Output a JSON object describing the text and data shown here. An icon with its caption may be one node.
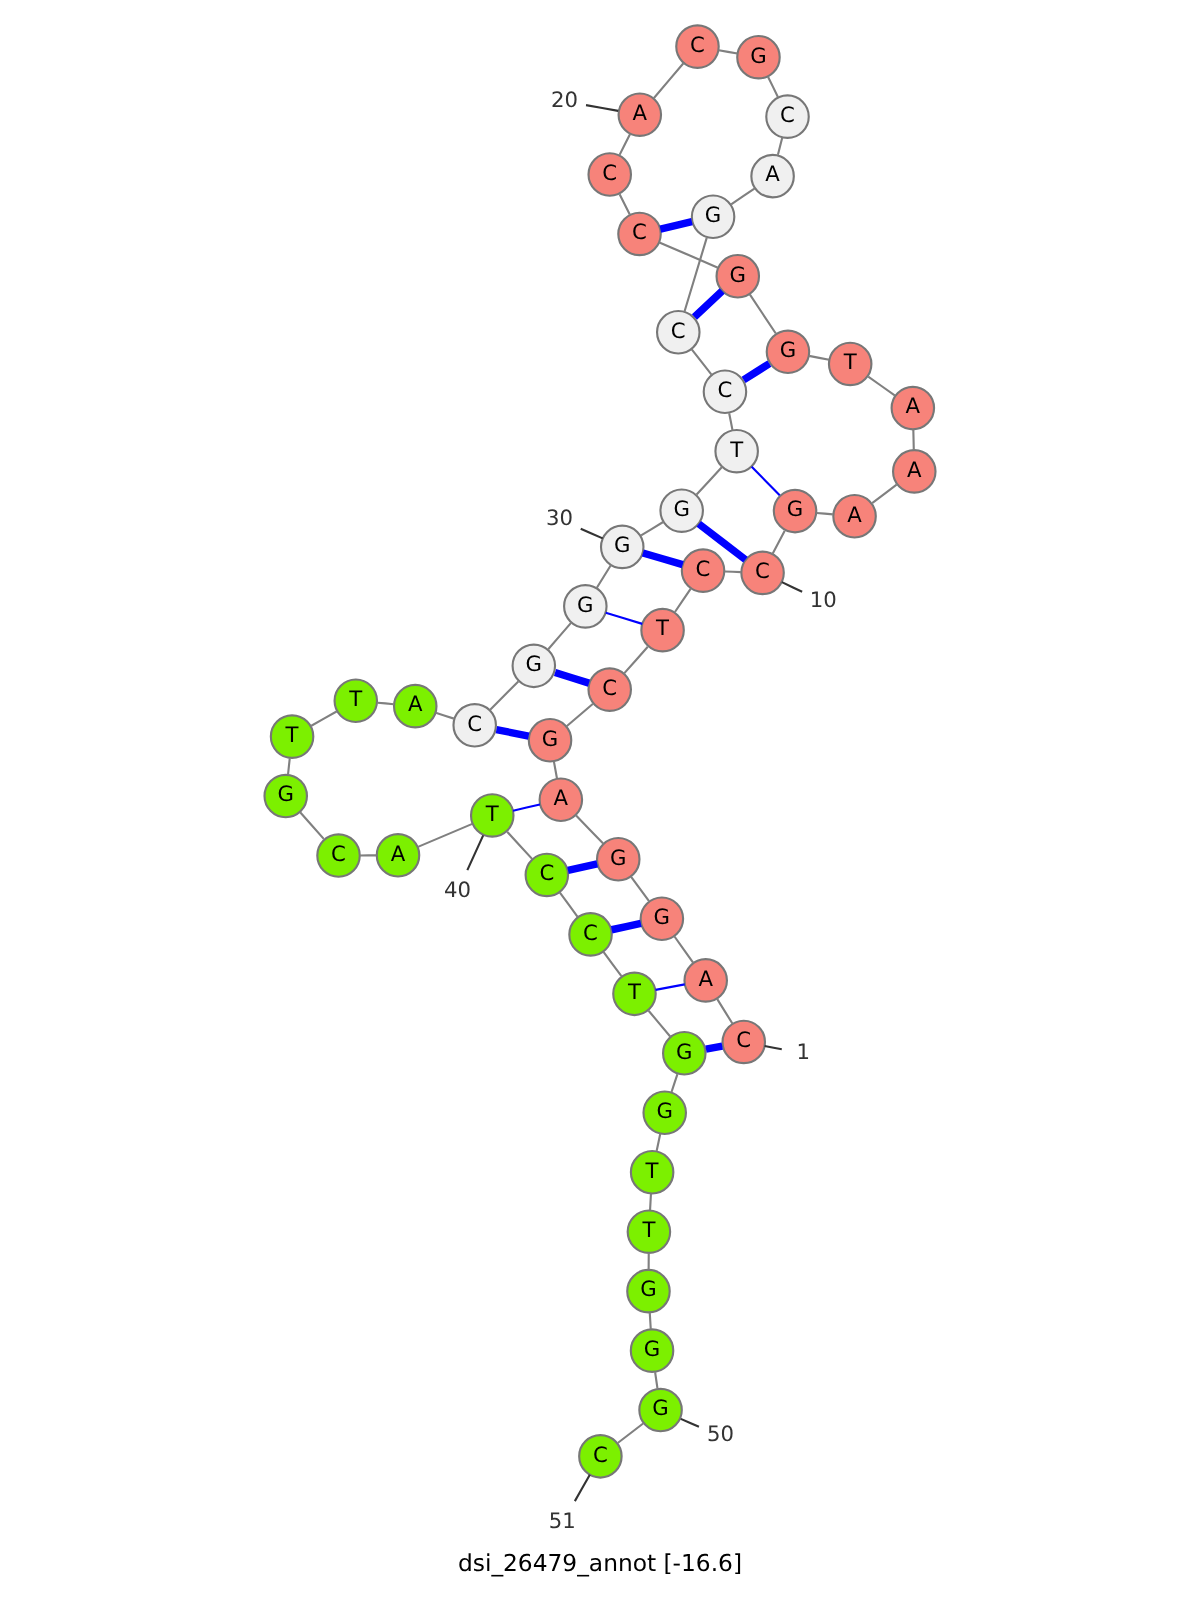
{
  "diagram": {
    "caption": "dsi_26479_annot [-16.6]",
    "nodes": [
      {
        "text": [
          "C"
        ]
      },
      {
        "text": [
          "A"
        ]
      },
      {
        "text": [
          "G"
        ]
      },
      {
        "text": [
          "G"
        ]
      },
      {
        "text": [
          "A"
        ]
      },
      {
        "text": [
          "G"
        ]
      },
      {
        "text": [
          "C"
        ]
      },
      {
        "text": [
          "T"
        ]
      },
      {
        "text": [
          "C"
        ]
      },
      {
        "text": [
          "C"
        ]
      },
      {
        "text": [
          "G"
        ]
      },
      {
        "text": [
          "A"
        ]
      },
      {
        "text": [
          "A"
        ]
      },
      {
        "text": [
          "A"
        ]
      },
      {
        "text": [
          "T"
        ]
      },
      {
        "text": [
          "G"
        ]
      },
      {
        "text": [
          "G"
        ]
      },
      {
        "text": [
          "C"
        ]
      },
      {
        "text": [
          "C"
        ]
      },
      {
        "text": [
          "A"
        ]
      },
      {
        "text": [
          "C"
        ]
      },
      {
        "text": [
          "G"
        ]
      },
      {
        "text": [
          "C"
        ]
      },
      {
        "text": [
          "A"
        ]
      },
      {
        "text": [
          "G"
        ]
      },
      {
        "text": [
          "C"
        ]
      },
      {
        "text": [
          "C"
        ]
      },
      {
        "text": [
          "T"
        ]
      },
      {
        "text": [
          "G"
        ]
      },
      {
        "text": [
          "G"
        ]
      },
      {
        "text": [
          "G"
        ]
      },
      {
        "text": [
          "G"
        ]
      },
      {
        "text": [
          "C"
        ]
      },
      {
        "text": [
          "A"
        ]
      },
      {
        "text": [
          "T"
        ]
      },
      {
        "text": [
          "T"
        ]
      },
      {
        "text": [
          "G"
        ]
      },
      {
        "text": [
          "C"
        ]
      },
      {
        "text": [
          "A"
        ]
      },
      {
        "text": [
          "T"
        ]
      },
      {
        "text": [
          "C"
        ]
      },
      {
        "text": [
          "C"
        ]
      },
      {
        "text": [
          "T"
        ]
      },
      {
        "text": [
          "G"
        ]
      },
      {
        "text": [
          "G"
        ]
      },
      {
        "text": [
          "T"
        ]
      },
      {
        "text": [
          "T"
        ]
      },
      {
        "text": [
          "G"
        ]
      },
      {
        "text": [
          "G"
        ]
      },
      {
        "text": [
          "G"
        ]
      },
      {
        "text": [
          "C"
        ]
      },
      {
        "text": [
          "1"
        ]
      },
      {
        "text": [
          "10"
        ]
      },
      {
        "text": [
          "20"
        ]
      },
      {
        "text": [
          "30"
        ]
      },
      {
        "text": [
          "40"
        ]
      },
      {
        "text": [
          "50"
        ]
      },
      {
        "text": [
          "51"
        ]
      }
    ],
    "edges": [
      {
        "from": 0,
        "to": 1,
        "arrow": "none"
      },
      {
        "from": 1,
        "to": 2,
        "arrow": "none"
      },
      {
        "from": 2,
        "to": 3,
        "arrow": "none"
      },
      {
        "from": 3,
        "to": 4,
        "arrow": "none"
      },
      {
        "from": 4,
        "to": 5,
        "arrow": "none"
      },
      {
        "from": 5,
        "to": 6,
        "arrow": "none"
      },
      {
        "from": 6,
        "to": 7,
        "arrow": "none"
      },
      {
        "from": 7,
        "to": 8,
        "arrow": "none"
      },
      {
        "from": 8,
        "to": 9,
        "arrow": "none"
      },
      {
        "from": 9,
        "to": 10,
        "arrow": "none"
      },
      {
        "from": 10,
        "to": 11,
        "arrow": "none"
      },
      {
        "from": 11,
        "to": 12,
        "arrow": "none"
      },
      {
        "from": 12,
        "to": 13,
        "arrow": "none"
      },
      {
        "from": 13,
        "to": 14,
        "arrow": "none"
      },
      {
        "from": 14,
        "to": 15,
        "arrow": "none"
      },
      {
        "from": 15,
        "to": 16,
        "arrow": "none"
      },
      {
        "from": 16,
        "to": 17,
        "arrow": "none"
      },
      {
        "from": 17,
        "to": 18,
        "arrow": "none"
      },
      {
        "from": 18,
        "to": 19,
        "arrow": "none"
      },
      {
        "from": 19,
        "to": 20,
        "arrow": "none"
      },
      {
        "from": 20,
        "to": 21,
        "arrow": "none"
      },
      {
        "from": 21,
        "to": 22,
        "arrow": "none"
      },
      {
        "from": 22,
        "to": 23,
        "arrow": "none"
      },
      {
        "from": 23,
        "to": 24,
        "arrow": "none"
      },
      {
        "from": 24,
        "to": 25,
        "arrow": "none"
      },
      {
        "from": 25,
        "to": 26,
        "arrow": "none"
      },
      {
        "from": 26,
        "to": 27,
        "arrow": "none"
      },
      {
        "from": 27,
        "to": 28,
        "arrow": "none"
      },
      {
        "from": 28,
        "to": 29,
        "arrow": "none"
      },
      {
        "from": 29,
        "to": 30,
        "arrow": "none"
      },
      {
        "from": 30,
        "to": 31,
        "arrow": "none"
      },
      {
        "from": 31,
        "to": 32,
        "arrow": "none"
      },
      {
        "from": 32,
        "to": 33,
        "arrow": "none"
      },
      {
        "from": 33,
        "to": 34,
        "arrow": "none"
      },
      {
        "from": 34,
        "to": 35,
        "arrow": "none"
      },
      {
        "from": 35,
        "to": 36,
        "arrow": "none"
      },
      {
        "from": 36,
        "to": 37,
        "arrow": "none"
      },
      {
        "from": 37,
        "to": 38,
        "arrow": "none"
      },
      {
        "from": 38,
        "to": 39,
        "arrow": "none"
      },
      {
        "from": 39,
        "to": 40,
        "arrow": "none"
      },
      {
        "from": 40,
        "to": 41,
        "arrow": "none"
      },
      {
        "from": 41,
        "to": 42,
        "arrow": "none"
      },
      {
        "from": 42,
        "to": 43,
        "arrow": "none"
      },
      {
        "from": 43,
        "to": 44,
        "arrow": "none"
      },
      {
        "from": 44,
        "to": 45,
        "arrow": "none"
      },
      {
        "from": 45,
        "to": 46,
        "arrow": "none"
      },
      {
        "from": 46,
        "to": 47,
        "arrow": "none"
      },
      {
        "from": 47,
        "to": 48,
        "arrow": "none"
      },
      {
        "from": 48,
        "to": 49,
        "arrow": "none"
      },
      {
        "from": 49,
        "to": 50,
        "arrow": "none"
      },
      {
        "from": 0,
        "to": 43,
        "arrow": "none",
        "style": "thick",
        "color": "#0000ff"
      },
      {
        "from": 1,
        "to": 42,
        "arrow": "none",
        "color": "#0000ff"
      },
      {
        "from": 2,
        "to": 41,
        "arrow": "none",
        "style": "thick",
        "color": "#0000ff"
      },
      {
        "from": 3,
        "to": 40,
        "arrow": "none",
        "style": "thick",
        "color": "#0000ff"
      },
      {
        "from": 4,
        "to": 39,
        "arrow": "none",
        "color": "#0000ff"
      },
      {
        "from": 5,
        "to": 32,
        "arrow": "none",
        "style": "thick",
        "color": "#0000ff"
      },
      {
        "from": 6,
        "to": 31,
        "arrow": "none",
        "style": "thick",
        "color": "#0000ff"
      },
      {
        "from": 7,
        "to": 30,
        "arrow": "none",
        "color": "#0000ff"
      },
      {
        "from": 8,
        "to": 29,
        "arrow": "none",
        "style": "thick",
        "color": "#0000ff"
      },
      {
        "from": 9,
        "to": 28,
        "arrow": "none",
        "style": "thick",
        "color": "#0000ff"
      },
      {
        "from": 10,
        "to": 27,
        "arrow": "none",
        "color": "#0000ff"
      },
      {
        "from": 15,
        "to": 26,
        "arrow": "none",
        "style": "thick",
        "color": "#0000ff"
      },
      {
        "from": 16,
        "to": 25,
        "arrow": "none",
        "style": "thick",
        "color": "#0000ff"
      },
      {
        "from": 17,
        "to": 24,
        "arrow": "none",
        "style": "thick",
        "color": "#0000ff"
      },
      {
        "from": 51,
        "to": 0,
        "arrow": "none",
        "color": "#333333"
      },
      {
        "from": 52,
        "to": 9,
        "arrow": "none",
        "color": "#333333"
      },
      {
        "from": 53,
        "to": 19,
        "arrow": "none",
        "color": "#333333"
      },
      {
        "from": 54,
        "to": 29,
        "arrow": "none",
        "color": "#333333"
      },
      {
        "from": 55,
        "to": 39,
        "arrow": "none",
        "color": "#333333"
      },
      {
        "from": 56,
        "to": 49,
        "arrow": "none",
        "color": "#333333"
      },
      {
        "from": 57,
        "to": 50,
        "arrow": "none",
        "color": "#333333"
      }
    ]
  }
}
